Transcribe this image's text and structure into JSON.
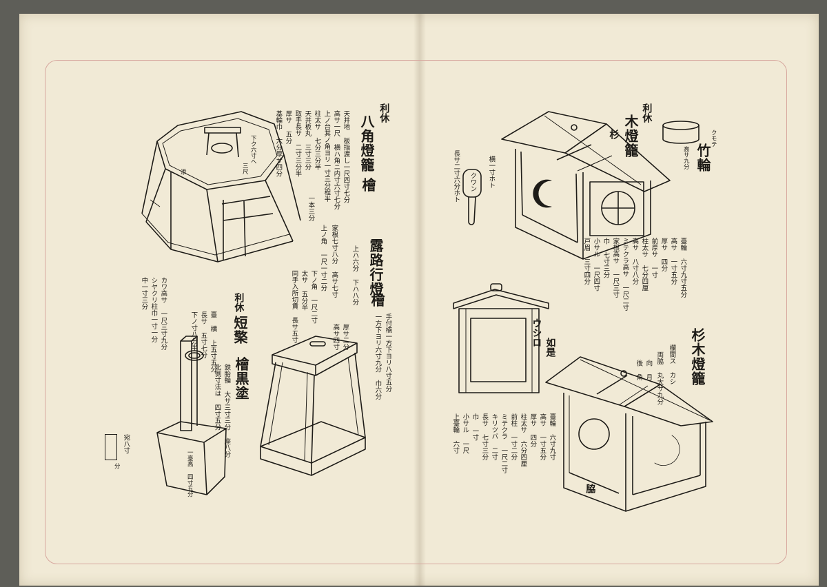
{
  "left_page": {
    "octagonal": {
      "author": "利休",
      "title": "八角燈籠",
      "wood": "檜",
      "spec": [
        "天井地 板指渡し一尺四寸七分",
        "高サ一尺 横ハ角ニ内寸六寸七分",
        "上ノ台其ノ角ヨリ一寸三分程半",
        "柱太サ 七分三分半",
        "天井板丸 三寸三分",
        "取手長サ 二寸三分半",
        "厚サ 五分",
        "基輪巾 六分厚サ四分"
      ],
      "note_hang": "下ク六寸へ",
      "note_gap": "三尺",
      "note_width": "一本三分",
      "note_small": "添"
    },
    "roji": {
      "title": "露路行燈",
      "wood": "檜",
      "spec": [
        "上ハ六分 下ハ八分",
        "家根七寸八分 高サ七寸",
        "上ノ角 一尺一寸二分",
        "下ノ角 一尺二寸",
        "太サ 五分半",
        "同手入所切貫 長サ五寸"
      ],
      "spec2": [
        "手付楠一方下ヨリ八寸五分",
        "一方下ヨリ六寸九分 巾六分",
        "厚サ二分",
        "高サ四寸"
      ]
    },
    "tanshoku": {
      "author": "利休",
      "title": "短檠",
      "finish": "檜黒塗",
      "spec": [
        "臺 横 上五寸五分",
        "長サ 五寸七分",
        "下ノ寸八分半",
        "鉄胎輪 大サ三寸三分 座八分",
        "北側寸法は 四寸五分"
      ],
      "spec2": [
        "カワ高サ 一尺三寸九分",
        "シヤクリ柱巾一寸一分",
        "中一寸三分"
      ],
      "base_label": "一臺高 四寸五分",
      "stamp": "宛八寸",
      "stamp_sub": "分"
    }
  },
  "right_page": {
    "wooden": {
      "author": "利休",
      "title": "木燈籠",
      "wood": "杉",
      "spec": [
        "臺輪 六寸九寸五分",
        "高サ 一寸五分",
        "厚サ 四分",
        "前厚サ 一寸",
        "柱太サ 七分四厘",
        "高サ 八寸八分",
        "ミテクラ高サ 一尺二寸",
        "家根高サ 一尺三寸",
        "巾 七寸三分",
        "小サル 一尺四寸",
        "戸眉 三寸四分"
      ]
    },
    "bamboo_ring": {
      "title": "竹輪",
      "note": "高サ九分",
      "kana": "クモテ"
    },
    "tag": {
      "label": "クワン",
      "note1": "横一寸ホト",
      "note2": "長サ二寸六分ホト"
    },
    "back_view": {
      "label": "ウシロ",
      "label2": "如是"
    },
    "cedar": {
      "title": "杉木燈籠",
      "spec": [
        "臺輪 六寸九寸",
        "高サ 一寸五分",
        "厚サ 四分",
        "柱太サ 六分四厘",
        "前柱 一寸二分",
        "ミテクラ 一尺二寸",
        "キリツバ 二寸",
        "長サ 七寸三分",
        "巾 一寸",
        "小サル 一尺",
        "上臺輪 六寸"
      ],
      "side": [
        "欄間ス カシ",
        "両脇 丸大サ九分",
        "向 月",
        "後 角"
      ],
      "side_label": "脇"
    }
  }
}
